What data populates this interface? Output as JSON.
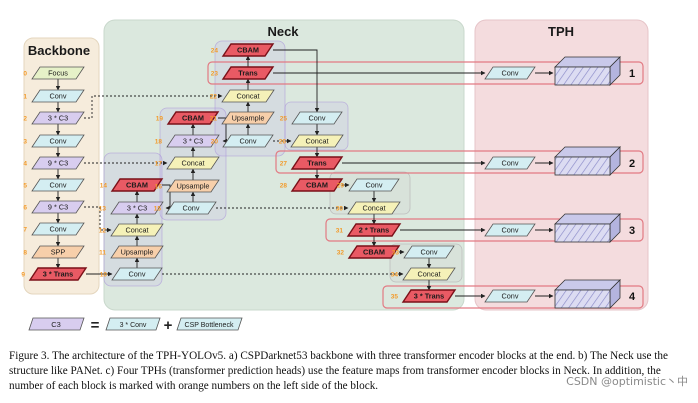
{
  "panels": {
    "backbone": "Backbone",
    "neck": "Neck",
    "tph": "TPH"
  },
  "colors": {
    "backbone_panel": "#f6ecdc",
    "neck_panel": "#dbe8de",
    "tph_panel": "#f4dcde",
    "block_green": "#e6f1c8",
    "block_cyan": "#d4eef2",
    "block_purple": "#d8cdef",
    "block_orange": "#f7cfaa",
    "block_red": "#e95a64",
    "block_yellow": "#f5f1b8",
    "index_orange": "#f29a2a",
    "group_purple": "#b9a4ea",
    "tph_highlight": "#e8a0a6"
  },
  "backbone_blocks": [
    {
      "index": "0",
      "label": "Focus"
    },
    {
      "index": "1",
      "label": "Conv"
    },
    {
      "index": "2",
      "label": "3 * C3"
    },
    {
      "index": "3",
      "label": "Conv"
    },
    {
      "index": "4",
      "label": "9 * C3"
    },
    {
      "index": "5",
      "label": "Conv"
    },
    {
      "index": "6",
      "label": "9 * C3"
    },
    {
      "index": "7",
      "label": "Conv"
    },
    {
      "index": "8",
      "label": "SPP"
    },
    {
      "index": "9",
      "label": "3 * Trans"
    }
  ],
  "neck_blocks": [
    {
      "index": "10",
      "label": "Conv"
    },
    {
      "index": "11",
      "label": "Upsample"
    },
    {
      "index": "12",
      "label": "Concat"
    },
    {
      "index": "13",
      "label": "3 * C3"
    },
    {
      "index": "14",
      "label": "CBAM"
    },
    {
      "index": "15",
      "label": "Conv"
    },
    {
      "index": "16",
      "label": "Upsample"
    },
    {
      "index": "17",
      "label": "Concat"
    },
    {
      "index": "18",
      "label": "3 * C3"
    },
    {
      "index": "19",
      "label": "CBAM"
    },
    {
      "index": "20",
      "label": "Conv"
    },
    {
      "index": "21",
      "label": "Upsample"
    },
    {
      "index": "22",
      "label": "Concat"
    },
    {
      "index": "23",
      "label": "Trans"
    },
    {
      "index": "24",
      "label": "CBAM"
    },
    {
      "index": "25",
      "label": "Conv"
    },
    {
      "index": "26",
      "label": "Concat"
    },
    {
      "index": "27",
      "label": "Trans"
    },
    {
      "index": "28",
      "label": "CBAM"
    },
    {
      "index": "29",
      "label": "Conv"
    },
    {
      "index": "30",
      "label": "Concat"
    },
    {
      "index": "31",
      "label": "2 * Trans"
    },
    {
      "index": "32",
      "label": "CBAM"
    },
    {
      "index": "33",
      "label": "Conv"
    },
    {
      "index": "34",
      "label": "Concat"
    },
    {
      "index": "35",
      "label": "3 * Trans"
    }
  ],
  "head_convs": [
    "Conv",
    "Conv",
    "Conv",
    "Conv"
  ],
  "head_numbers": [
    "1",
    "2",
    "3",
    "4"
  ],
  "legend": {
    "c3": "C3",
    "equals": "=",
    "conv": "3 * Conv",
    "plus": "+",
    "csp": "CSP Bottleneck"
  },
  "caption": "Figure 3. The architecture of the TPH-YOLOv5. a) CSPDarknet53 backbone with three transformer encoder blocks at the end. b) The Neck use the structure like PANet. c) Four TPHs (transformer prediction heads) use the feature maps from transformer encoder blocks in Neck. In addition, the number of each block is marked with orange numbers on the left side of the block.",
  "watermark": "CSDN @optimistic丶中"
}
